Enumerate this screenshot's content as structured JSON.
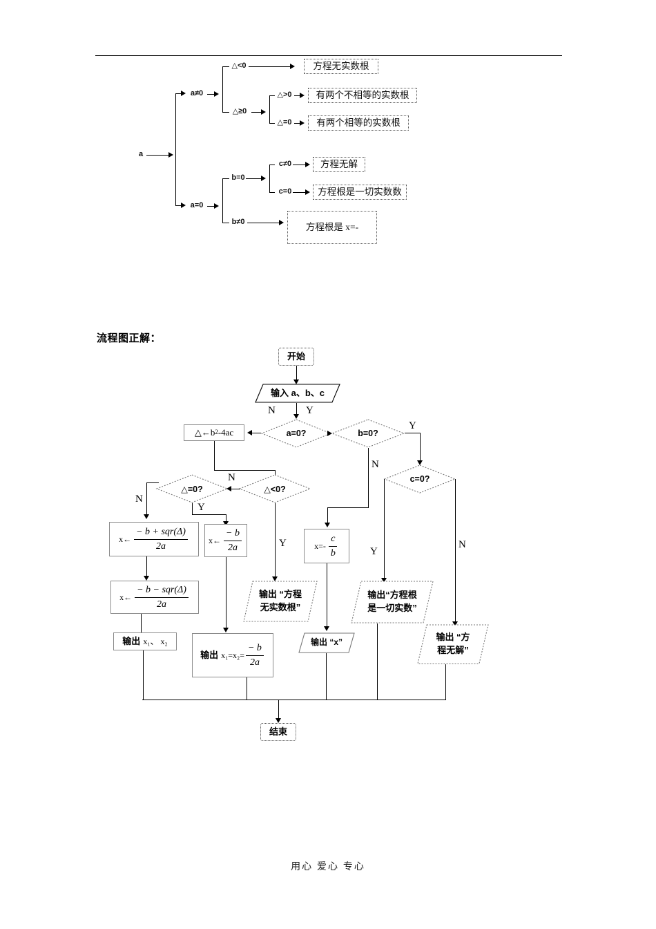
{
  "document": {
    "section_title": "流程图正解：",
    "footer": "用心  爱心  专心"
  },
  "tree_diagram": {
    "root_label": "a",
    "branches": {
      "a_nonzero": "a≠0",
      "a_zero": "a=0",
      "delta_lt": "△<0",
      "delta_ge": "△≥0",
      "delta_gt": "△>0",
      "delta_eq": "△=0",
      "b_zero": "b=0",
      "b_nonzero": "b≠0",
      "c_nonzero": "c≠0",
      "c_zero": "c=0"
    },
    "results": {
      "no_real_root": "方程无实数根",
      "two_distinct": "有两个不相等的实数根",
      "two_equal": "有两个相等的实数根",
      "no_solution": "方程无解",
      "all_reals": "方程根是一切实数数",
      "root_is_x": "方程根是 x=-"
    }
  },
  "flowchart": {
    "start": "开始",
    "end": "结束",
    "input": "输入 a、b、c",
    "delta_assign": {
      "symbol": "△",
      "arrow": "←",
      "expr_base": "b",
      "expr_sup": "2",
      "expr_tail": "-4ac",
      "full": "△←b²-4ac"
    },
    "decisions": {
      "a_zero": "a=0?",
      "b_zero": "b=0?",
      "c_zero": "c=0?",
      "delta_lt": "△<0?",
      "delta_eq": "△=0?"
    },
    "branch_labels": {
      "yes": "Y",
      "no": "N"
    },
    "process_x1": {
      "lead": "x←",
      "numerator": "− b + sqr(Δ)",
      "denominator": "2a"
    },
    "process_x2": {
      "lead": "x←",
      "numerator": "− b − sqr(Δ)",
      "denominator": "2a"
    },
    "process_xb": {
      "lead": "x←",
      "numerator": "− b",
      "denominator": "2a"
    },
    "process_xc": {
      "lead": "x=-",
      "numerator": "c",
      "denominator": "b"
    },
    "outputs": {
      "x1_x2": {
        "lead": "输出",
        "body": "x₁、  x₂"
      },
      "x1_eq_x2": {
        "lead": "输出",
        "body": "x₁=x₂=",
        "numerator": "− b",
        "denominator": "2a"
      },
      "no_real_root": {
        "line1": "输出 “方程",
        "line2": "无实数根”"
      },
      "all_reals": {
        "line1": "输出“方程根",
        "line2": "是一切实数”"
      },
      "print_x": {
        "line1": "输出 “x”"
      },
      "no_solution": {
        "line1": "输出 “方",
        "line2": "程无解”"
      }
    }
  },
  "colors": {
    "ink": "#000000",
    "shape_border": "#8a8a8a",
    "dotted_border": "#555555",
    "page_bg": "#ffffff"
  }
}
